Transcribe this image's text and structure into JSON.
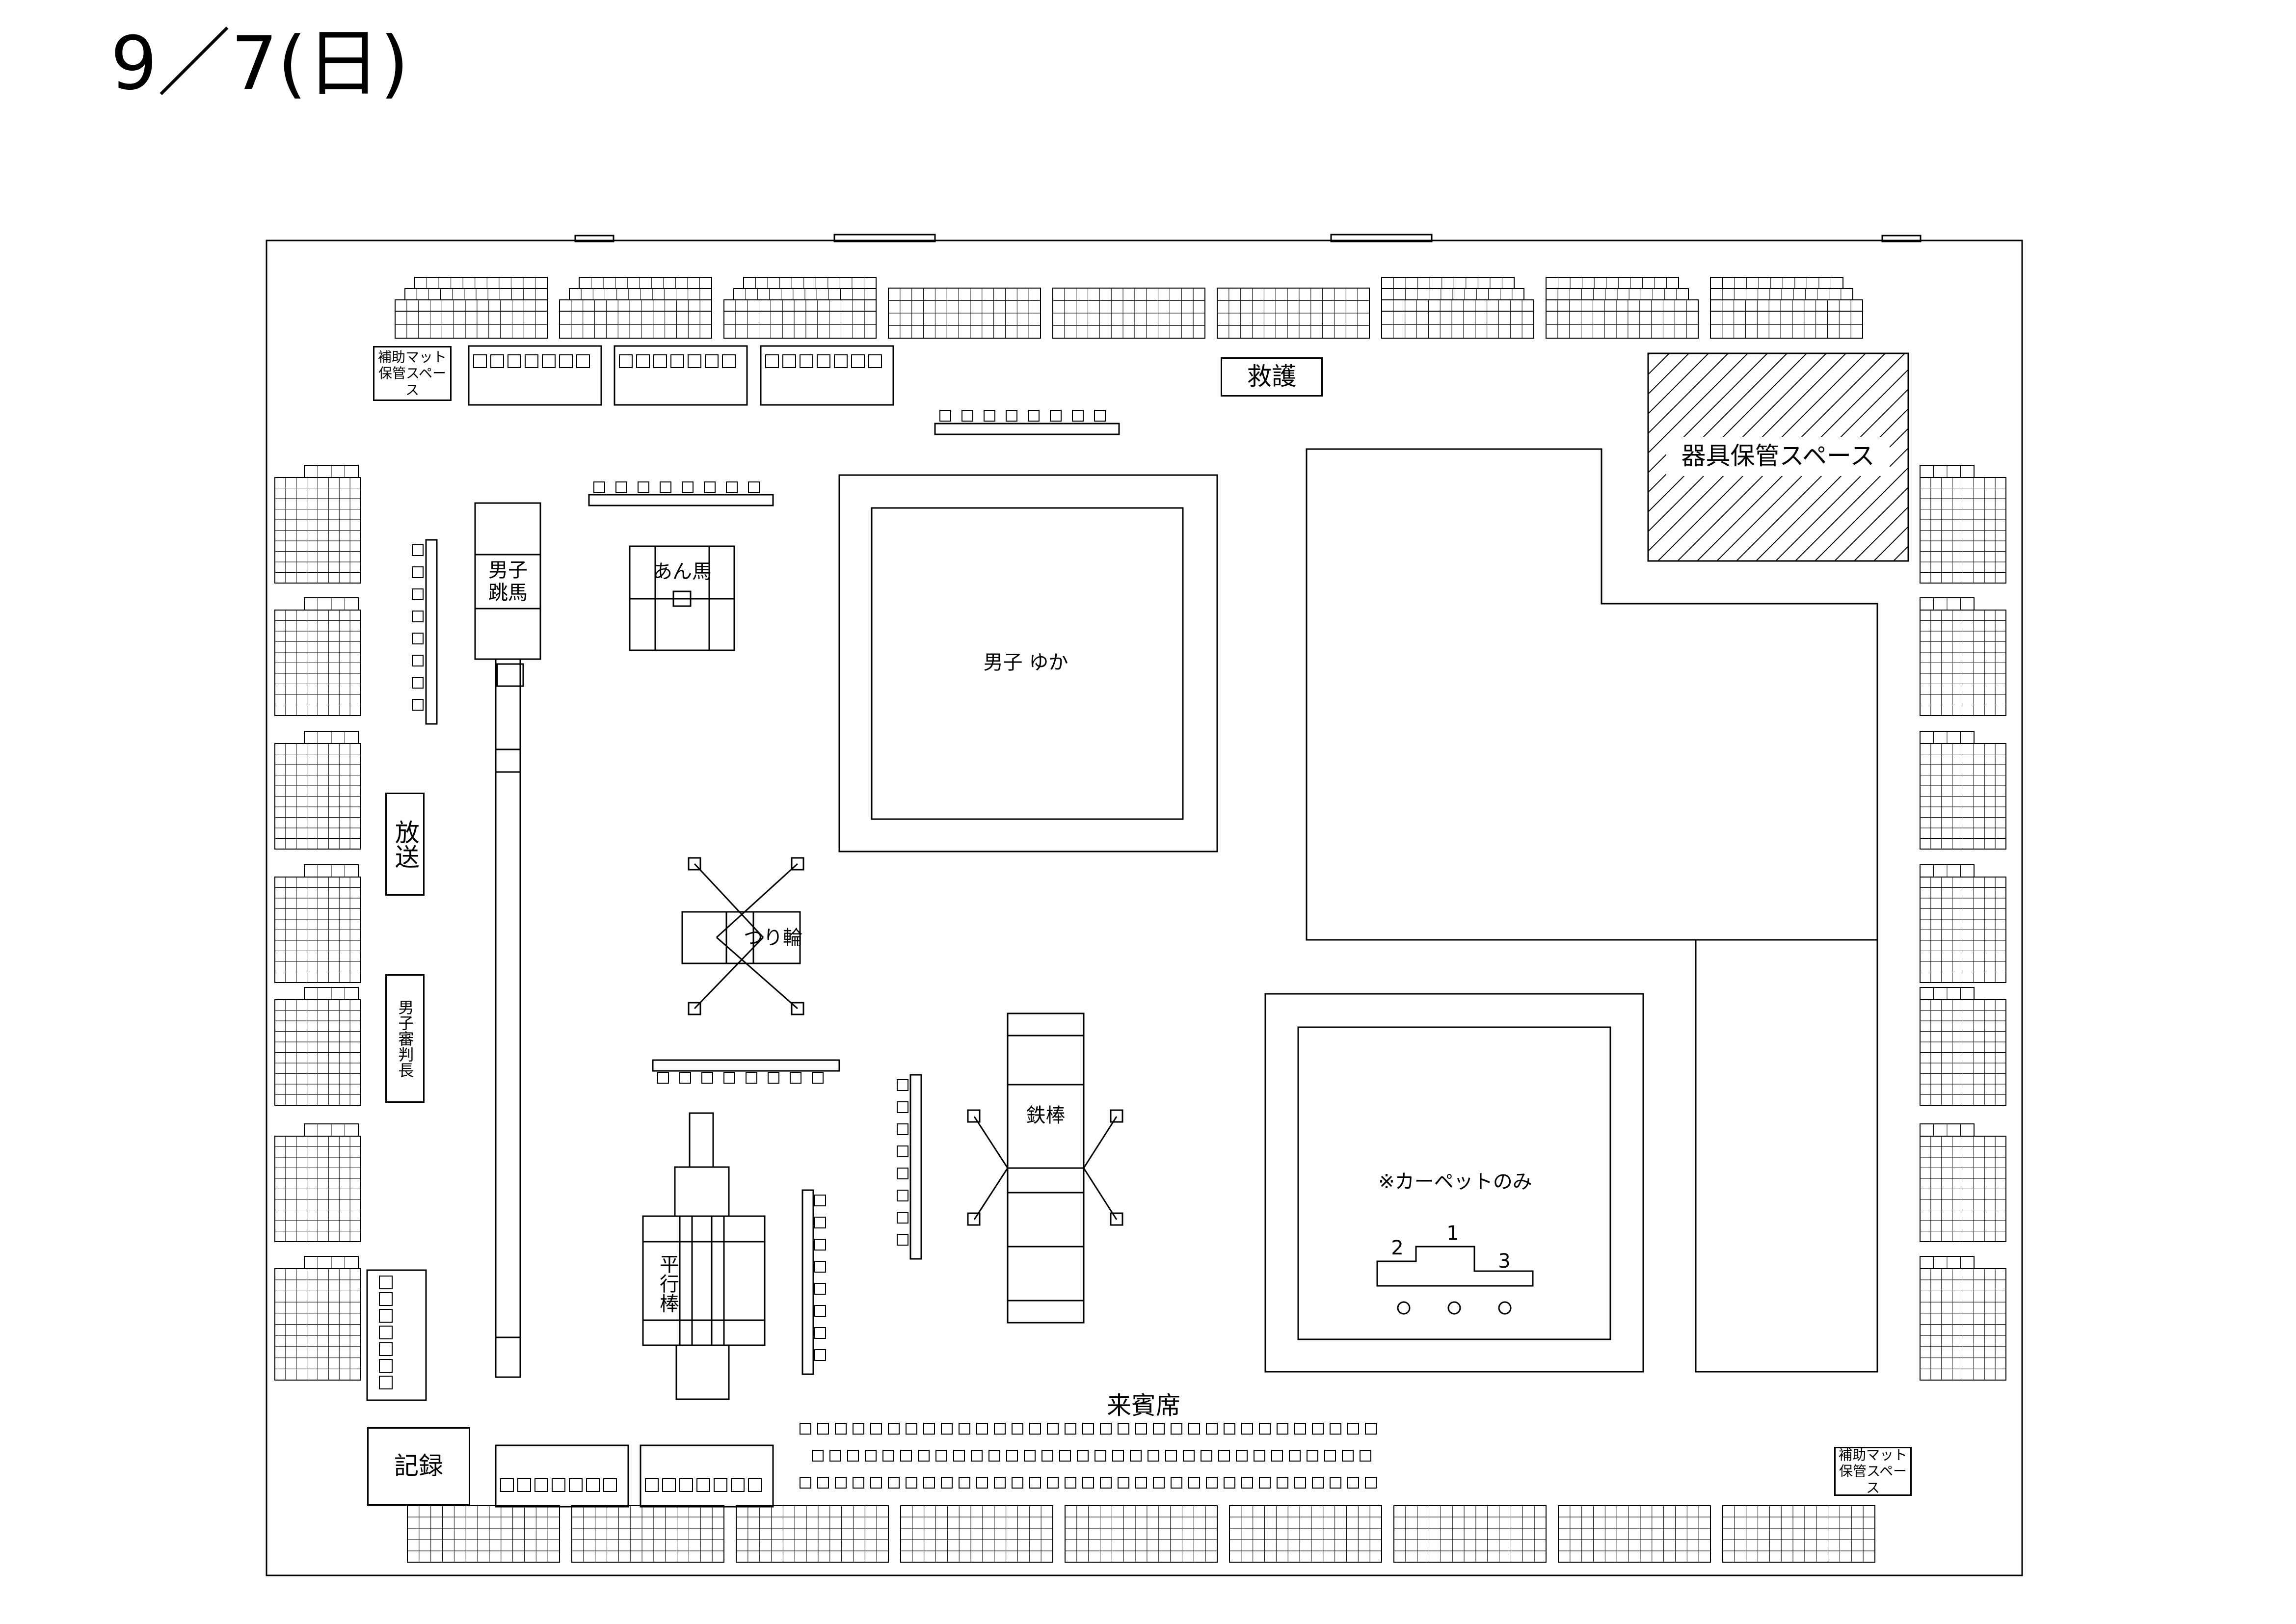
{
  "date": "9／7(日)",
  "labels": {
    "aux_mat_top": "補助マット 保管スペース",
    "aux_mat_bottom": "補助マット 保管スペース",
    "rescue": "救護",
    "equipment_storage": "器具保管スペース",
    "broadcast": "放送",
    "mens_head_judge": "男子審判長",
    "record": "記録",
    "guest_seats": "来賓席",
    "mens_vault": "男子 跳馬",
    "pommel_horse": "あん馬",
    "mens_floor": "男子 ゆか",
    "rings": "つり輪",
    "high_bar": "鉄棒",
    "parallel_bars": "平行棒",
    "carpet_only": "※カーペットのみ"
  },
  "podium": {
    "first": "1",
    "second": "2",
    "third": "3"
  }
}
